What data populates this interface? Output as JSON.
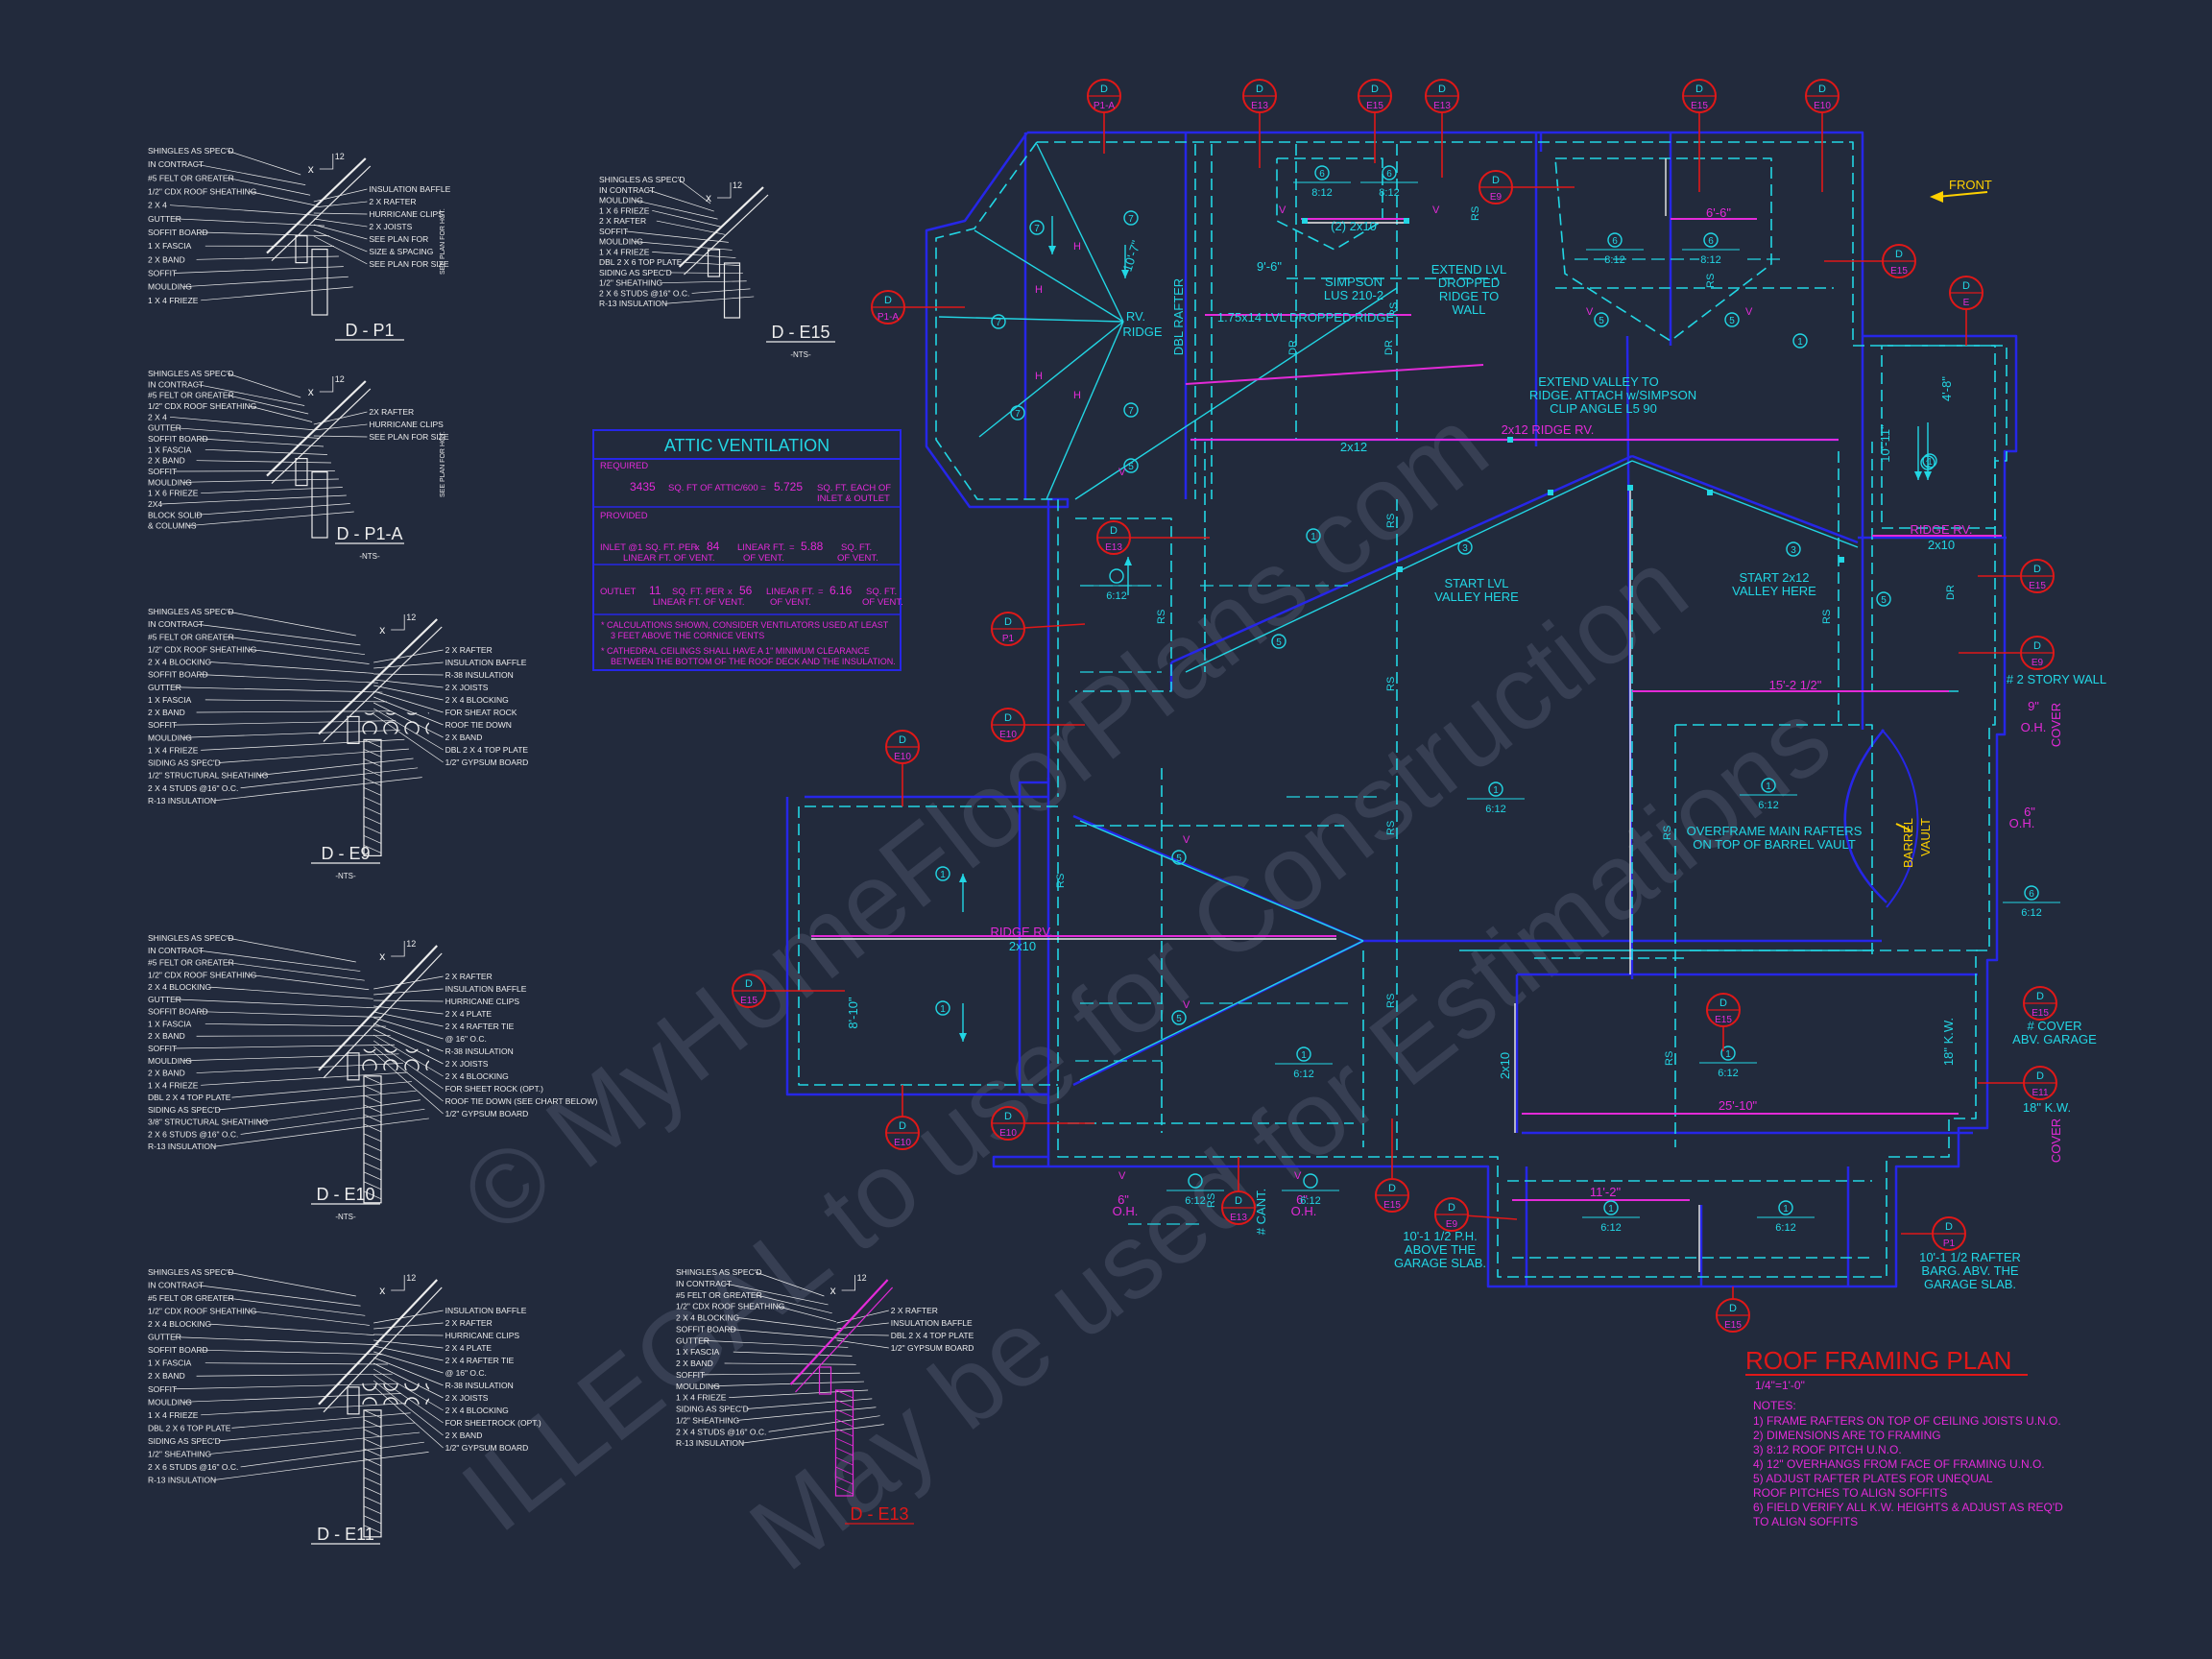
{
  "colors": {
    "background": "#222a3c",
    "framing_blue": "#2626e8",
    "cyan": "#22d6e4",
    "magenta": "#e42ad8",
    "red": "#e01818",
    "yellow": "#ffd100",
    "white": "#ececec",
    "watermark": "#3a4256"
  },
  "watermark": {
    "line1": "© MyHomeFloorPlans.com",
    "line2": "ILLEGAL to use for Construction",
    "line3": "May be used for Estimations"
  },
  "details": [
    {
      "title": "D - P1",
      "sub": "",
      "left_labels": [
        "SHINGLES AS SPEC'D",
        "IN CONTRACT",
        "#5 FELT OR GREATER",
        "1/2\" CDX ROOF SHEATHING",
        "2 X 4",
        "GUTTER",
        "SOFFIT BOARD",
        "1 X    FASCIA",
        "2 X    BAND",
        "SOFFIT",
        "MOULDING",
        "1 X 4 FRIEZE"
      ],
      "right_labels": [
        "INSULATION BAFFLE",
        "2 X    RAFTER",
        "HURRICANE CLIPS",
        "2 X    JOISTS",
        "SEE PLAN FOR",
        "SIZE & SPACING",
        "SEE PLAN FOR SIZE"
      ],
      "vert_label": "SEE PLAN FOR HGT."
    },
    {
      "title": "D - P1-A",
      "sub": "-NTS-",
      "left_labels": [
        "SHINGLES AS SPEC'D",
        "IN CONTRACT",
        "#5 FELT OR GREATER",
        "1/2\" CDX ROOF SHEATHING",
        "2 X 4",
        "GUTTER",
        "SOFFIT BOARD",
        "1 X    FASCIA",
        "2 X    BAND",
        "SOFFIT",
        "MOULDING",
        "1 X 6 FRIEZE",
        "2X4",
        "BLOCK SOLID",
        "& COLUMNS"
      ],
      "right_labels": [
        "2X    RAFTER",
        "HURRICANE CLIPS",
        "SEE PLAN FOR SIZE"
      ],
      "vert_label": "SEE PLAN FOR HGT."
    },
    {
      "title": "D - E9",
      "sub": "-NTS-",
      "left_labels": [
        "SHINGLES AS SPEC'D",
        "IN CONTRACT",
        "#5 FELT OR GREATER",
        "1/2\" CDX ROOF SHEATHING",
        "2 X 4 BLOCKING",
        "SOFFIT BOARD",
        "GUTTER",
        "1 X    FASCIA",
        "2 X    BAND",
        "SOFFIT",
        "MOULDING",
        "1 X 4 FRIEZE",
        "SIDING AS SPEC'D",
        "1/2\" STRUCTURAL SHEATHING",
        "2 X 4 STUDS @16\" O.C.",
        "R-13 INSULATION"
      ],
      "right_labels": [
        "2 X    RAFTER",
        "INSULATION BAFFLE",
        "R-38 INSULATION",
        "2 X    JOISTS",
        "2 X 4 BLOCKING",
        "FOR SHEAT ROCK",
        "ROOF TIE DOWN",
        "2 X    BAND",
        "DBL 2 X 4 TOP PLATE",
        "1/2\" GYPSUM BOARD"
      ],
      "vert_label": ""
    },
    {
      "title": "D - E10",
      "sub": "-NTS-",
      "left_labels": [
        "SHINGLES AS SPEC'D",
        "IN CONTRACT",
        "#5 FELT OR GREATER",
        "1/2\" CDX ROOF SHEATHING",
        "2 X 4 BLOCKING",
        "GUTTER",
        "SOFFIT BOARD",
        "1 X    FASCIA",
        "2 X    BAND",
        "SOFFIT",
        "MOULDING",
        "2 X    BAND",
        "1 X 4 FRIEZE",
        "DBL 2 X 4 TOP PLATE",
        "SIDING AS SPEC'D",
        "3/8\" STRUCTURAL SHEATHING",
        "2 X 6 STUDS @16\" O.C.",
        "R-13 INSULATION"
      ],
      "right_labels": [
        "2 X    RAFTER",
        "INSULATION BAFFLE",
        "HURRICANE CLIPS",
        "2 X 4 PLATE",
        "2 X 4 RAFTER TIE",
        "@ 16\" O.C.",
        "R-38 INSULATION",
        "2 X    JOISTS",
        "2 X 4 BLOCKING",
        "FOR SHEET ROCK (OPT.)",
        "ROOF TIE DOWN (SEE CHART BELOW)",
        "1/2\" GYPSUM BOARD"
      ],
      "vert_label": ""
    },
    {
      "title": "D - E11",
      "sub": "",
      "left_labels": [
        "SHINGLES AS SPEC'D",
        "IN CONTRACT",
        "#5 FELT OR GREATER",
        "1/2\" CDX ROOF SHEATHING",
        "2 X 4 BLOCKING",
        "GUTTER",
        "SOFFIT BOARD",
        "1 X    FASCIA",
        "2 X    BAND",
        "SOFFIT",
        "MOULDING",
        "1 X 4 FRIEZE",
        "DBL 2 X 6 TOP PLATE",
        "SIDING AS SPEC'D",
        "1/2\" SHEATHING",
        "2 X 6 STUDS @16\" O.C.",
        "R-13 INSULATION"
      ],
      "right_labels": [
        "INSULATION BAFFLE",
        "2 X    RAFTER",
        "HURRICANE CLIPS",
        "2 X 4 PLATE",
        "2 X 4 RAFTER TIE",
        "@ 16\" O.C.",
        "R-38 INSULATION",
        "2 X    JOISTS",
        "2 X 4 BLOCKING",
        "FOR SHEETROCK (OPT.)",
        "2 X    BAND",
        "1/2\" GYPSUM BOARD"
      ],
      "vert_label": ""
    },
    {
      "title": "D - E15",
      "sub": "-NTS-",
      "left_labels": [
        "SHINGLES AS SPEC'D",
        "IN CONTRACT",
        "MOULDING",
        "1 X 6 FRIEZE",
        "2 X    RAFTER",
        "SOFFIT",
        "MOULDING",
        "1 X 4 FRIEZE",
        "DBL 2 X 6 TOP PLATE",
        "SIDING AS SPEC'D",
        "1/2\" SHEATHING",
        "2 X 6 STUDS @16\" O.C.",
        "R-13 INSULATION"
      ],
      "right_labels": [],
      "vert_label": ""
    },
    {
      "title": "D - E13",
      "sub": "",
      "left_labels": [
        "SHINGLES AS SPEC'D",
        "IN CONTRACT",
        "#5 FELT OR GREATER",
        "1/2\" CDX ROOF SHEATHING",
        "2 X 4 BLOCKING",
        "SOFFIT BOARD",
        "GUTTER",
        "1 X    FASCIA",
        "2 X    BAND",
        "SOFFIT",
        "MOULDING",
        "1 X 4 FRIEZE",
        "SIDING AS SPEC'D",
        "1/2\" SHEATHING",
        "2 X 4 STUDS @16\" O.C.",
        "R-13 INSULATION"
      ],
      "right_labels": [
        "2 X    RAFTER",
        "INSULATION BAFFLE",
        "DBL 2 X 4 TOP PLATE",
        "1/2\" GYPSUM BOARD"
      ],
      "vert_label": ""
    }
  ],
  "attic": {
    "title": "ATTIC VENTILATION",
    "required_label": "REQUIRED",
    "req_value": "3435",
    "req_text": "SQ. FT OF ATTIC/600 =",
    "req_result": "5.725",
    "req_unit": "SQ. FT. EACH OF",
    "req_unit2": "INLET & OUTLET",
    "provided_label": "PROVIDED",
    "inlet_label": "INLET @1 SQ. FT. PER",
    "inlet_label2": "LINEAR FT. OF VENT.",
    "inlet_x": "x",
    "inlet_len": "84",
    "inlet_len_label": "LINEAR FT.",
    "inlet_len_label2": "OF VENT.",
    "inlet_eq": "=",
    "inlet_result": "5.88",
    "inlet_unit": "SQ. FT.",
    "inlet_unit2": "OF VENT.",
    "outlet_label": "OUTLET",
    "outlet_n": "11",
    "outlet_label2": "SQ. FT. PER",
    "outlet_label3": "LINEAR FT. OF VENT.",
    "outlet_x": "x",
    "outlet_len": "56",
    "outlet_len_label": "LINEAR FT.",
    "outlet_len_label2": "OF VENT.",
    "outlet_eq": "=",
    "outlet_result": "6.16",
    "outlet_unit": "SQ. FT.",
    "outlet_unit2": "OF VENT.",
    "note1a": "* CALCULATIONS SHOWN, CONSIDER VENTILATORS USED AT LEAST",
    "note1b": "3 FEET ABOVE THE CORNICE VENTS",
    "note2a": "* CATHEDRAL CEILINGS SHALL HAVE A 1\" MINIMUM CLEARANCE",
    "note2b": "BETWEEN THE BOTTOM OF THE ROOF DECK AND THE INSULATION."
  },
  "title_block": {
    "title": "ROOF FRAMING PLAN",
    "scale": "1/4\"=1'-0\"",
    "notes_heading": "NOTES:",
    "notes": [
      "1) FRAME RAFTERS ON TOP OF CEILING JOISTS U.N.O.",
      "2) DIMENSIONS ARE TO FRAMING",
      "3) 8:12 ROOF PITCH U.N.O.",
      "4) 12\" OVERHANGS FROM FACE OF FRAMING U.N.O.",
      "5) ADJUST RAFTER PLATES FOR UNEQUAL",
      "    ROOF PITCHES TO ALIGN SOFFITS",
      "6) FIELD VERIFY ALL K.W. HEIGHTS & ADJUST AS REQ'D",
      "    TO ALIGN SOFFITS"
    ]
  },
  "plan": {
    "front": "FRONT",
    "callouts": [
      {
        "d": "D",
        "ref": "P1-A"
      },
      {
        "d": "D",
        "ref": "E13"
      },
      {
        "d": "D",
        "ref": "E15"
      },
      {
        "d": "D",
        "ref": "E13"
      },
      {
        "d": "D",
        "ref": "E15"
      },
      {
        "d": "D",
        "ref": "E10"
      },
      {
        "d": "D",
        "ref": "E9"
      },
      {
        "d": "D",
        "ref": "E15"
      },
      {
        "d": "D",
        "ref": "E"
      },
      {
        "d": "D",
        "ref": "P1-A"
      },
      {
        "d": "D",
        "ref": "E13"
      },
      {
        "d": "D",
        "ref": "P1"
      },
      {
        "d": "D",
        "ref": "E10"
      },
      {
        "d": "D",
        "ref": "E10"
      },
      {
        "d": "D",
        "ref": "E15"
      },
      {
        "d": "D",
        "ref": "E10"
      },
      {
        "d": "D",
        "ref": "E10"
      },
      {
        "d": "D",
        "ref": "E15"
      },
      {
        "d": "D",
        "ref": "E13"
      },
      {
        "d": "D",
        "ref": "E15"
      },
      {
        "d": "D",
        "ref": "E9"
      },
      {
        "d": "D",
        "ref": "E15"
      },
      {
        "d": "D",
        "ref": "P1"
      },
      {
        "d": "D",
        "ref": "E15"
      },
      {
        "d": "D",
        "ref": "E9"
      },
      {
        "d": "D",
        "ref": "E11"
      },
      {
        "d": "D",
        "ref": "E15"
      }
    ],
    "labels": {
      "lvl_dropped": "1.75x14 LVL DROPPED RIDGE",
      "simpson": "SIMPSON",
      "simpson2": "LUS 210-2",
      "extend_lvl": "EXTEND LVL",
      "extend_lvl2": "DROPPED",
      "extend_lvl3": "RIDGE TO",
      "extend_lvl4": "WALL",
      "extend_valley": "EXTEND VALLEY TO",
      "extend_valley2": "RIDGE. ATTACH w/SIMPSON",
      "extend_valley3": "CLIP ANGLE L5 90",
      "ridge_rv_2x12": "2x12 RIDGE RV.",
      "start_lvl": "START LVL",
      "start_lvl2": "VALLEY HERE",
      "start_2x12": "START 2x12",
      "start_2x12b": "VALLEY HERE",
      "story_wall": "# 2 STORY WALL",
      "overframe": "OVERFRAME MAIN RAFTERS",
      "overframe2": "ON TOP OF BARREL VAULT",
      "barrel": "BARREL",
      "vault": "VAULT",
      "ridge_rv": "RIDGE RV.",
      "ridge_rv_left": "RIDGE RV.",
      "dim_2x10": "2x10",
      "dim_2x12": "2x12",
      "dim_2x10_b": "2x10",
      "dim_2x10_c": "2x10",
      "dim_2_2x10": "(2) 2x10",
      "dim_9_6": "9'-6\"",
      "dim_6_6": "6'-6\"",
      "dim_4_8": "4'-8\"",
      "dim_10_11": "10'-11\"",
      "dim_15_2": "15'-2 1/2\"",
      "dim_25_10": "25'-10\"",
      "dim_11_2": "11'-2\"",
      "dim_8_10": "8'-10\"",
      "dim_2x10_ridge": "2x10",
      "dim_10_7": "10'-7\"",
      "cover_garage": "# COVER",
      "cover_garage2": "ABV. GARAGE",
      "kw_18": "18\" K.W.",
      "kw_18b": "18\" K.W.",
      "oh_9": "9\"",
      "oh_9b": "O.H.",
      "cover": "COVER",
      "oh_6": "6\"",
      "oh_6b": "O.H.",
      "oh_6c": "6\"",
      "oh_6d": "O.H.",
      "oh_6e": "6\"",
      "oh_6f": "O.H.",
      "cant": "# CANT.",
      "fh_left": "10'-1 1/2 P.H.",
      "fh_left2": "ABOVE THE",
      "fh_left3": "GARAGE SLAB.",
      "fh_right": "10'-1 1/2 RAFTER",
      "fh_right2": "BARG. ABV. THE",
      "fh_right3": "GARAGE SLAB.",
      "pitch_812": "8:12",
      "pitch_612": "6:12",
      "rv_ridge": "RV.",
      "rv_ridge2": "RIDGE",
      "dbl_rafter": "DBL RAFTER",
      "rs": "RS",
      "dr": "DR",
      "one": "1",
      "three": "3",
      "five": "5",
      "six": "6",
      "seven": "7",
      "h": "H",
      "v": "V"
    }
  }
}
